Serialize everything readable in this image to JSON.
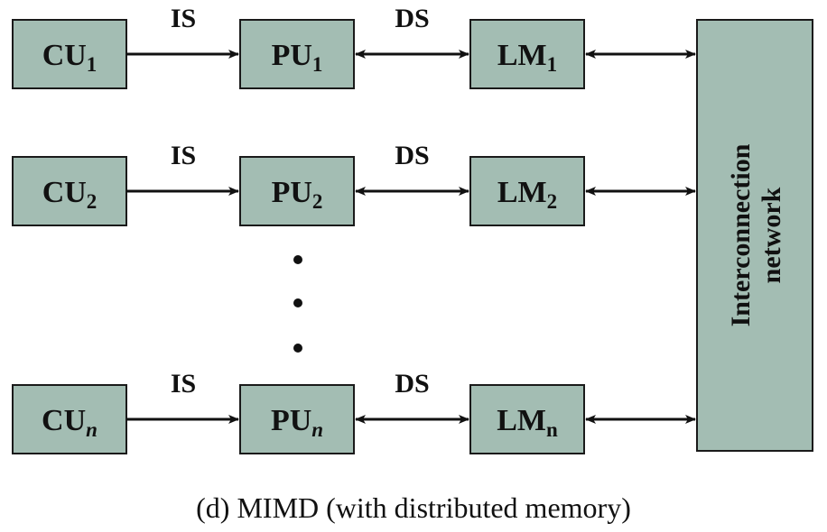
{
  "colors": {
    "box_fill": "#a3bdb3",
    "stroke": "#111111"
  },
  "rows": [
    {
      "cu": {
        "base": "CU",
        "sub": "1",
        "sub_italic": false
      },
      "pu": {
        "base": "PU",
        "sub": "1",
        "sub_italic": false
      },
      "lm": {
        "base": "LM",
        "sub": "1",
        "sub_italic": false
      },
      "is_label": "IS",
      "ds_label": "DS"
    },
    {
      "cu": {
        "base": "CU",
        "sub": "2",
        "sub_italic": false
      },
      "pu": {
        "base": "PU",
        "sub": "2",
        "sub_italic": false
      },
      "lm": {
        "base": "LM",
        "sub": "2",
        "sub_italic": false
      },
      "is_label": "IS",
      "ds_label": "DS"
    },
    {
      "cu": {
        "base": "CU",
        "sub": "n",
        "sub_italic": true
      },
      "pu": {
        "base": "PU",
        "sub": "n",
        "sub_italic": true
      },
      "lm": {
        "base": "LM",
        "sub": "n",
        "sub_italic": false
      },
      "is_label": "IS",
      "ds_label": "DS"
    }
  ],
  "network": {
    "line1": "Interconnection",
    "line2": "network"
  },
  "caption": "(d) MIMD (with distributed memory)"
}
